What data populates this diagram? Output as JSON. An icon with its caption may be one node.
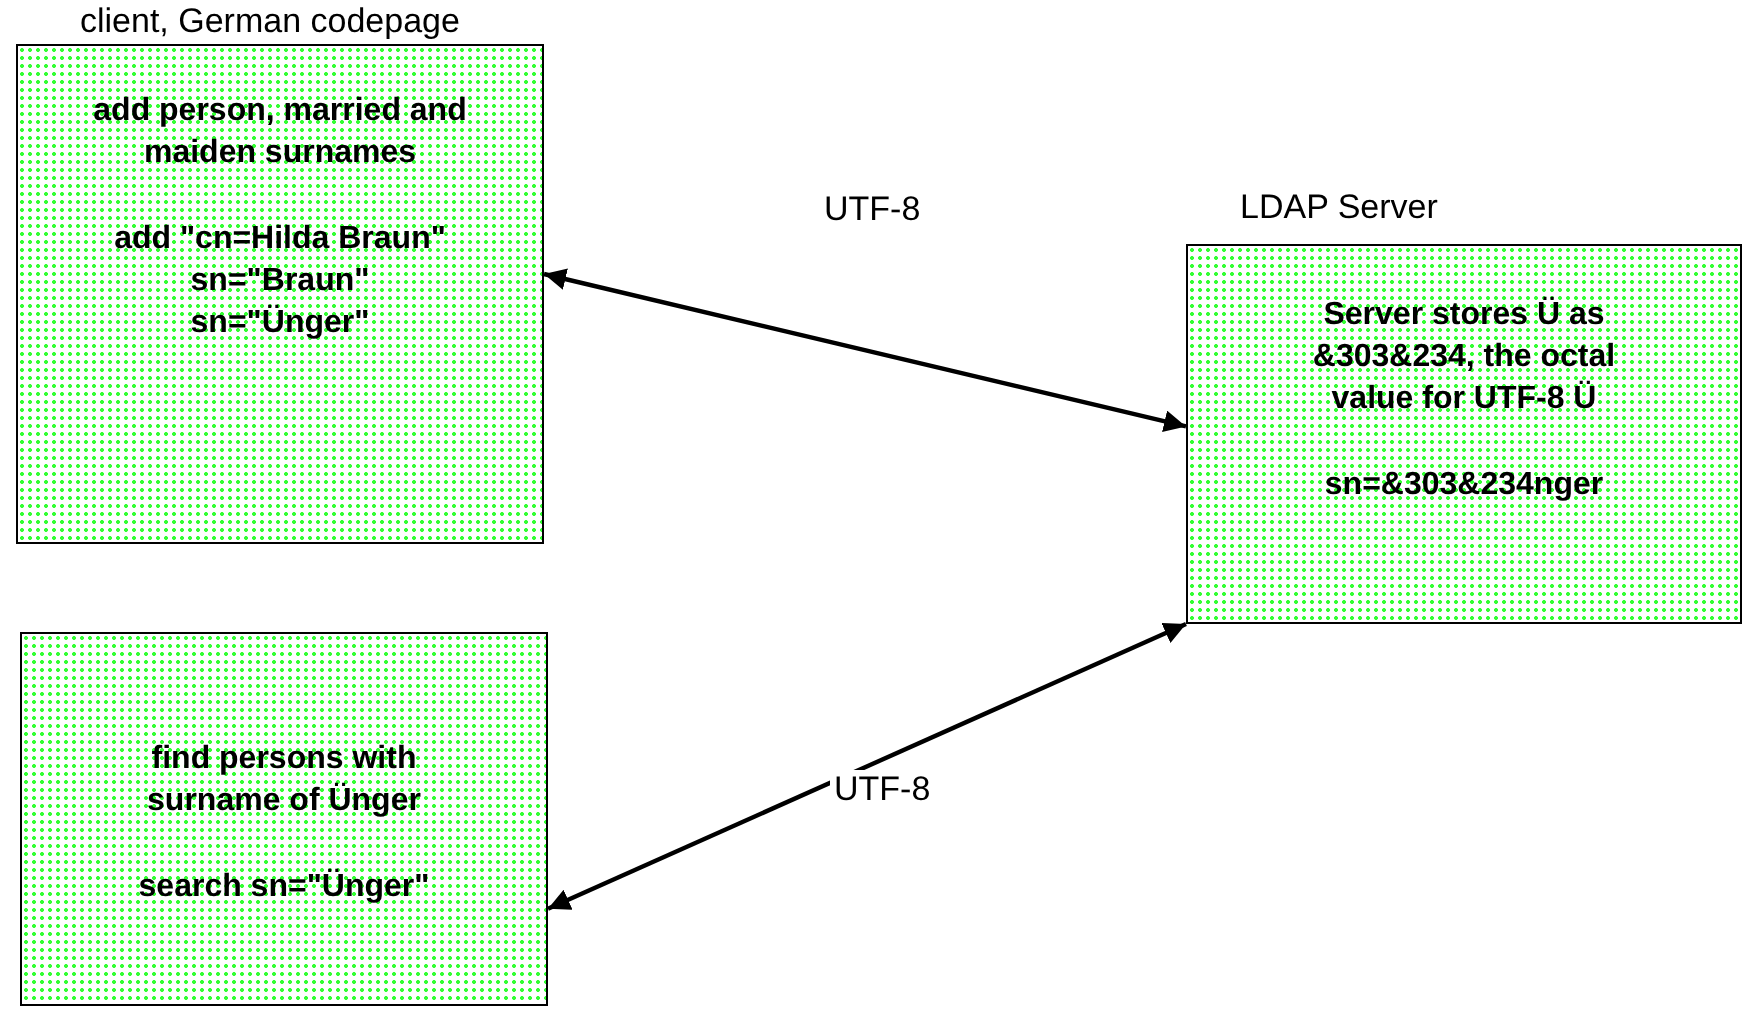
{
  "diagram": {
    "nodes": [
      {
        "text": [
          "add person, married and maiden surnames",
          "add \"cn=Hilda Braun\"",
          "sn=\"Braun\"",
          "sn=\"Ünger\""
        ],
        "beside": [
          "client, German codepage"
        ]
      },
      {
        "text": [
          "Server stores Ü as &303&234, the octal value for UTF-8 Ü",
          "sn=&303&234nger"
        ],
        "beside": [
          "LDAP Server"
        ]
      },
      {
        "text": [
          "find persons with surname of Ünger",
          "search sn=\"Ünger\""
        ]
      }
    ],
    "edges": [
      {
        "from": 0,
        "to": 1,
        "arrow": "both",
        "label": "UTF-8"
      },
      {
        "from": 2,
        "to": 1,
        "arrow": "both",
        "label": "UTF-8"
      }
    ]
  }
}
